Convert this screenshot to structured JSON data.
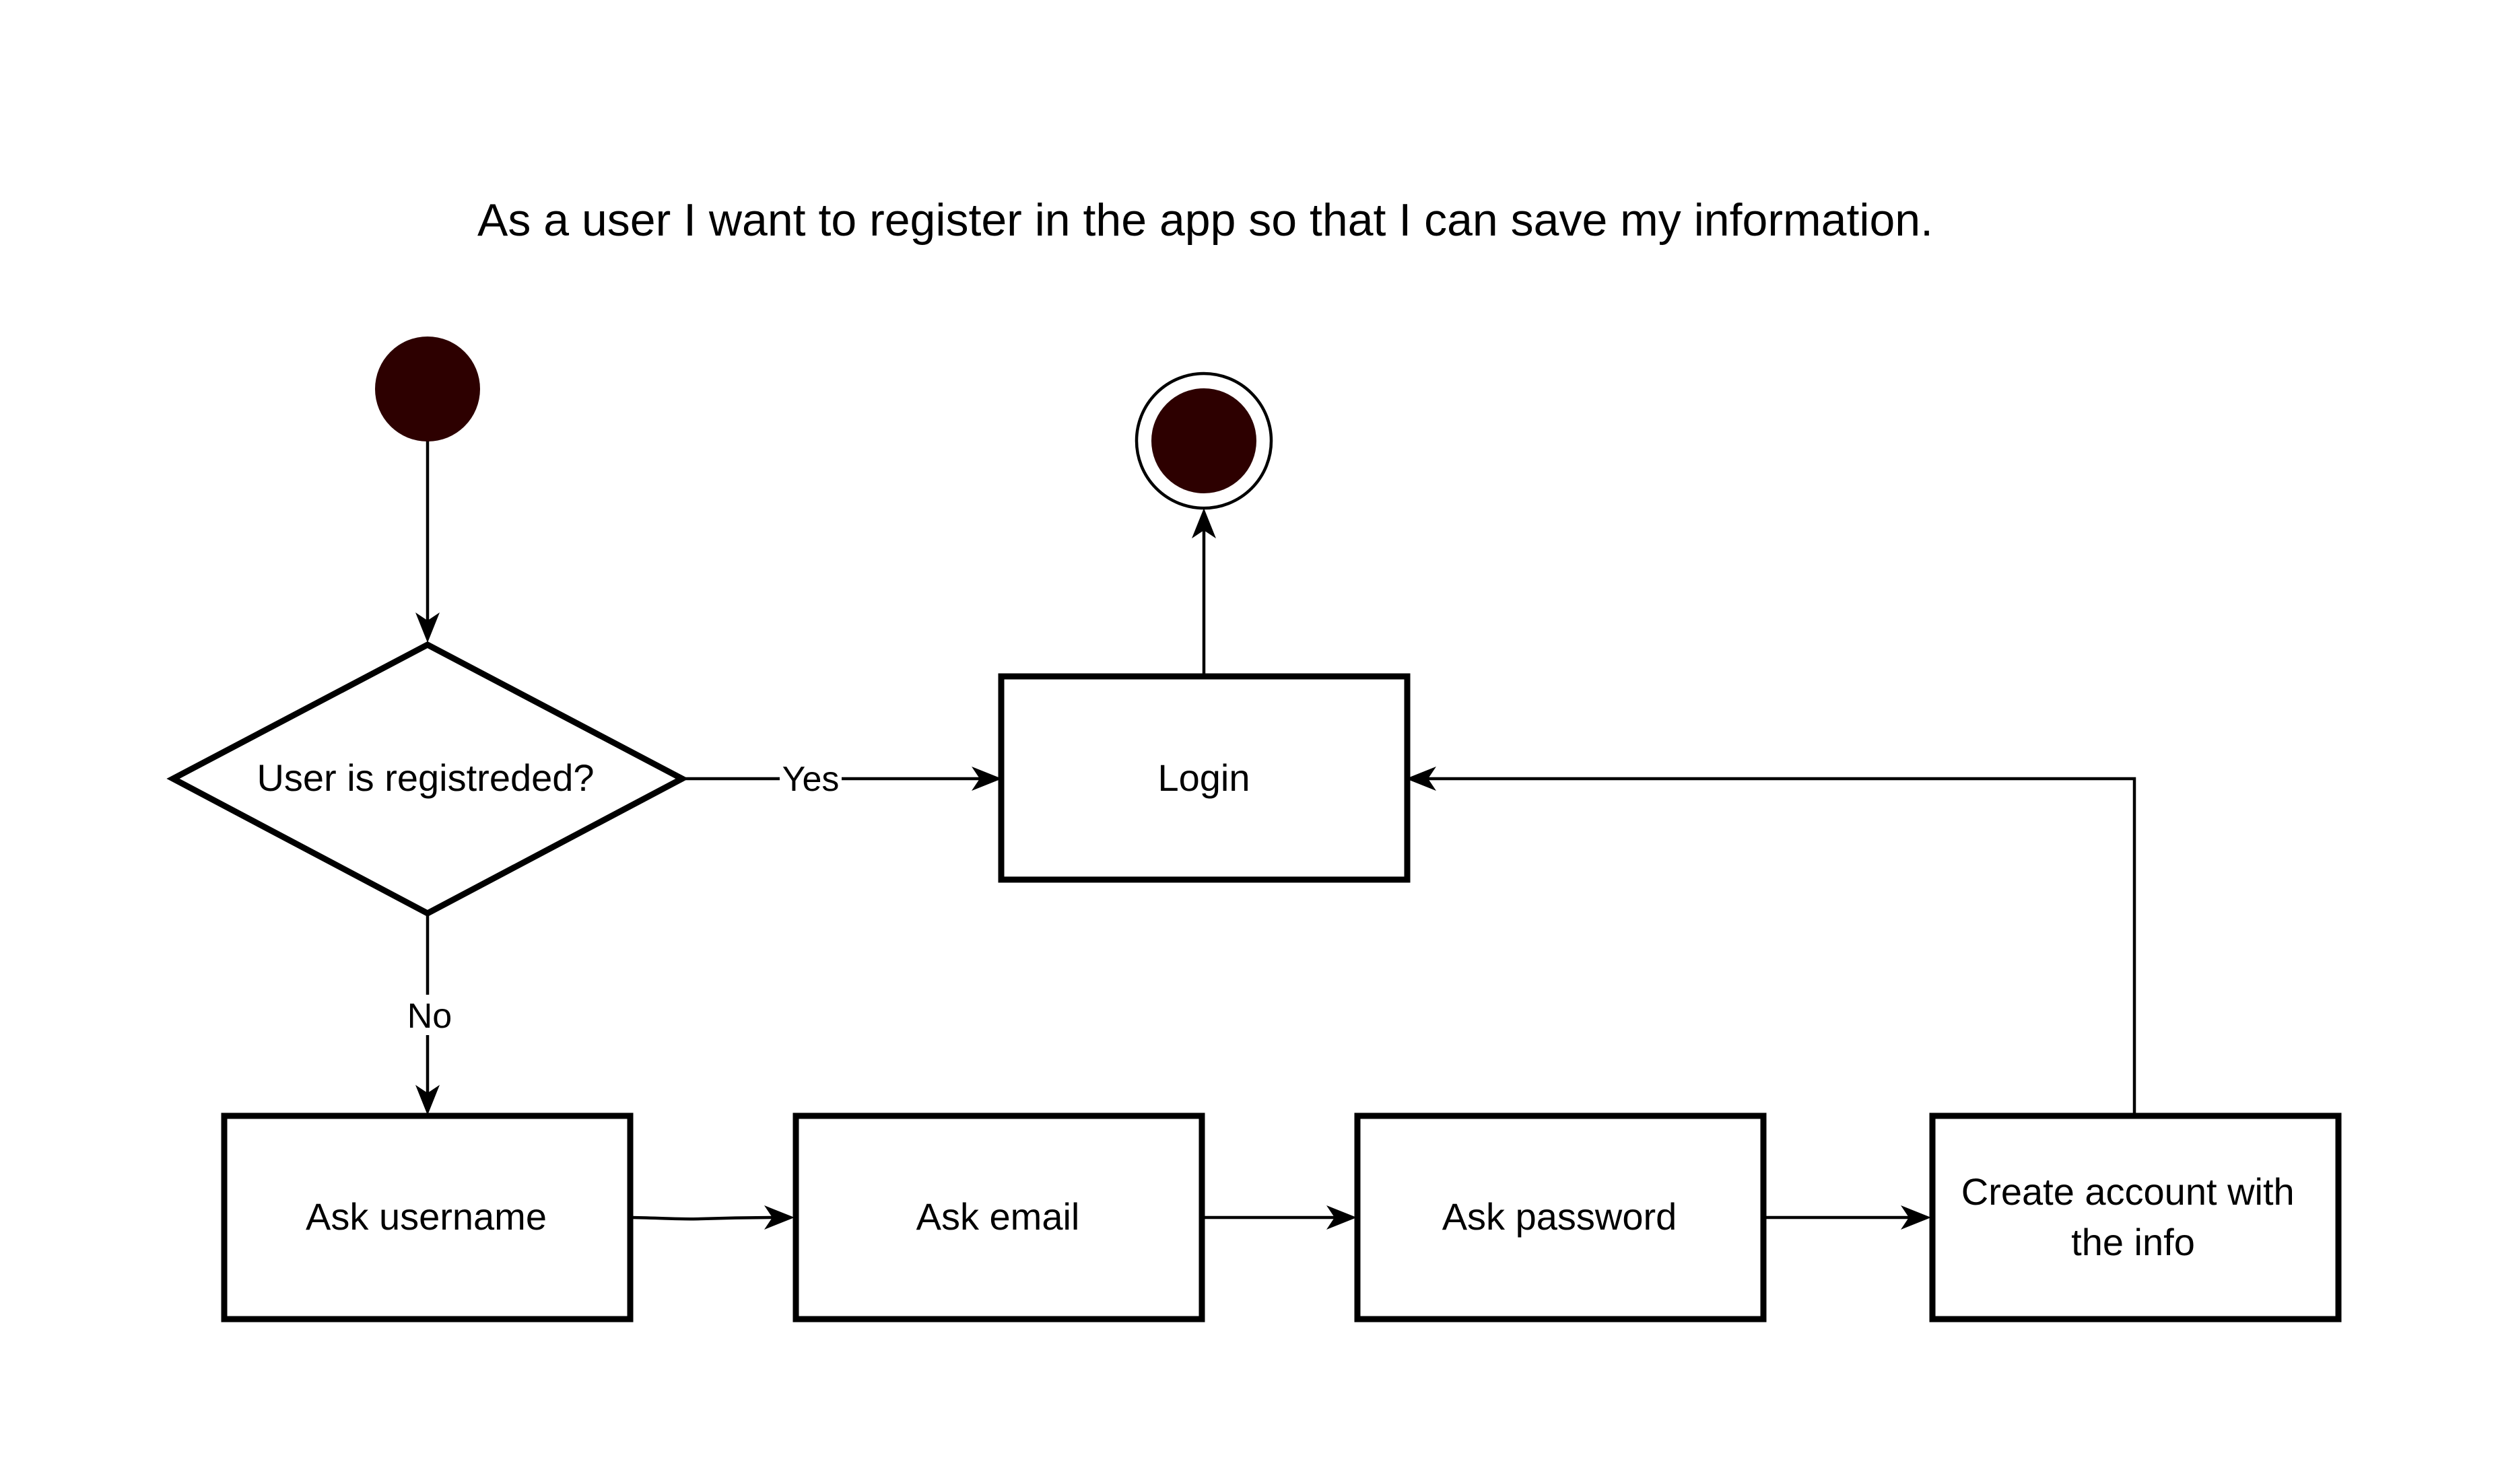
{
  "title": "As a user I want to register in the app so that I can save my information.",
  "colors": {
    "terminal_fill": "#2d0000",
    "stroke": "#000000",
    "background": "#ffffff"
  },
  "nodes": {
    "start": {
      "kind": "initial-node"
    },
    "end": {
      "kind": "final-node"
    },
    "decision": {
      "label": "User is registreded?"
    },
    "login": {
      "label": "Login"
    },
    "ask_username": {
      "label": "Ask username"
    },
    "ask_email": {
      "label": "Ask email"
    },
    "ask_password": {
      "label": "Ask password"
    },
    "create_account": {
      "label_lines": [
        "Create account with",
        "the info"
      ]
    }
  },
  "edges": {
    "yes_label": "Yes",
    "no_label": "No"
  }
}
